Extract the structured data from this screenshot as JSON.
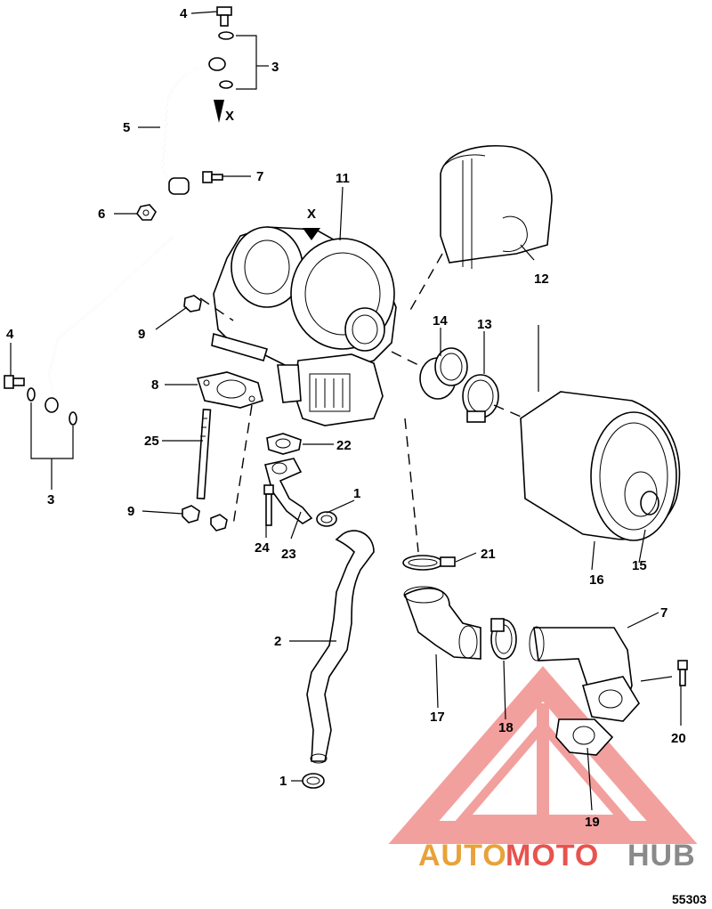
{
  "callouts": [
    "4",
    "3",
    "X",
    "5",
    "7",
    "6",
    "11",
    "X",
    "12",
    "9",
    "14",
    "13",
    "4",
    "8",
    "25",
    "22",
    "3",
    "9",
    "1",
    "24",
    "23",
    "21",
    "16",
    "15",
    "7",
    "2",
    "17",
    "18",
    "20",
    "1",
    "19"
  ],
  "watermark": {
    "part1": "AUTO",
    "part2": "MOTO",
    "part3": "HUB",
    "color_primary": "#e8a23a",
    "color_secondary": "#e8534f",
    "color_tertiary": "#8a8a8a"
  },
  "figure_id": "55303"
}
